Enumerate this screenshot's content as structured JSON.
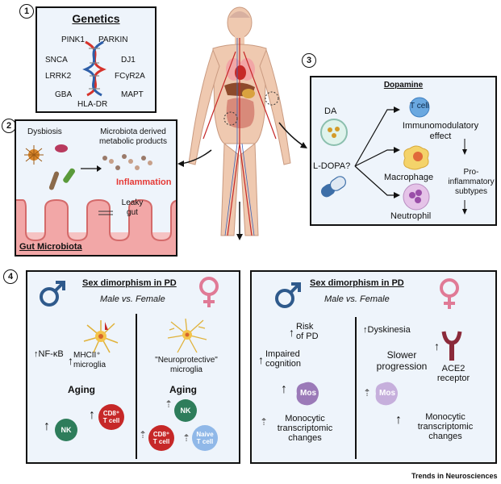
{
  "panel_numbers": [
    "1",
    "2",
    "3",
    "4"
  ],
  "genetics": {
    "title": "Genetics",
    "genes": [
      "PINK1",
      "PARKIN",
      "SNCA",
      "DJ1",
      "LRRK2",
      "FCγR2A",
      "GBA",
      "MAPT",
      "HLA-DR"
    ]
  },
  "gut": {
    "dysbiosis": "Dysbiosis",
    "metabolites_line1": "Microbiota derived",
    "metabolites_line2": "metabolic products",
    "inflammation": "Inflammation",
    "leaky_line1": "Leaky",
    "leaky_line2": "gut",
    "title": "Gut Microbiota"
  },
  "dopamine": {
    "title": "Dopamine",
    "da": "DA",
    "ldopa": "L-DOPA?",
    "tcell": "T cell",
    "immuno_line1": "Immunomodulatory",
    "immuno_line2": "effect",
    "macrophage": "Macrophage",
    "pro_line1": "Pro-",
    "pro_line2": "inflammatory",
    "pro_line3": "subtypes",
    "neutrophil": "Neutrophil"
  },
  "sex_left": {
    "title": "Sex dimorphism in PD",
    "subtitle": "Male vs. Female",
    "nfkb": "NF-κB",
    "mhcii_line1": "MHCII⁺",
    "mhcii_line2": "microglia",
    "neuro_line1": "\"Neuroprotective\"",
    "neuro_line2": "microglia",
    "aging_left": "Aging",
    "aging_right": "Aging",
    "nk_left": "NK",
    "cd8_left_line1": "CD8⁺",
    "cd8_left_line2": "T cell",
    "nk_right": "NK",
    "cd8_right_line1": "CD8⁺",
    "cd8_right_line2": "T cell",
    "naive_line1": "Naive",
    "naive_line2": "T cell"
  },
  "sex_right": {
    "title": "Sex dimorphism in PD",
    "subtitle": "Male vs. Female",
    "risk_line1": "Risk",
    "risk_line2": "of PD",
    "cognition_line1": "Impaired",
    "cognition_line2": "cognition",
    "mos_left": "Mos",
    "mono_left_line1": "Monocytic",
    "mono_left_line2": "transcriptomic",
    "mono_left_line3": "changes",
    "dyskinesia": "Dyskinesia",
    "slower_line1": "Slower",
    "slower_line2": "progression",
    "ace2_line1": "ACE2",
    "ace2_line2": "receptor",
    "mos_right": "Mos",
    "mono_right_line1": "Monocytic",
    "mono_right_line2": "transcriptomic",
    "mono_right_line3": "changes"
  },
  "credit": "Trends in Neurosciences",
  "colors": {
    "panel_bg": "#eef4fb",
    "male_blue": "#2f5a8c",
    "female_pink": "#e07a96",
    "inflammation_red": "#e53935",
    "nk_green": "#2e7d5b",
    "cd8_red": "#c62828",
    "naive_blue": "#90b8e8",
    "mos_purple": "#9b7ab8"
  }
}
